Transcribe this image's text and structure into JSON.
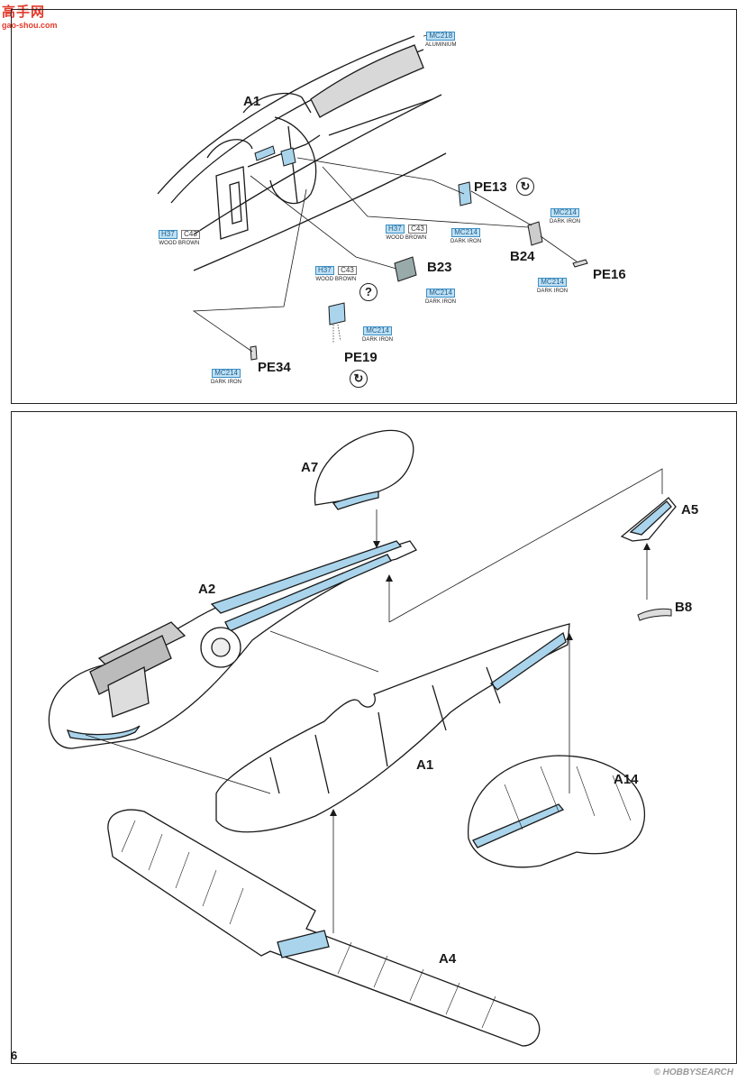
{
  "page": {
    "number": "6"
  },
  "watermarks": {
    "top_logo": "高手网",
    "top_url": "gao-shou.com",
    "bottom": "© HOBBYSEARCH"
  },
  "top_step": {
    "parts": {
      "a1": "A1",
      "pe13": "PE13",
      "b24": "B24",
      "pe16": "PE16",
      "b23": "B23",
      "pe34": "PE34",
      "pe19": "PE19"
    },
    "paints": {
      "mc218": {
        "code": "MC218",
        "name": "ALUMINIUM"
      },
      "mc214_pe13": {
        "code": "MC214",
        "name": "DARK IRON"
      },
      "mc214_b24": {
        "code": "MC214",
        "name": "DARK IRON"
      },
      "mc214_pe16": {
        "code": "MC214",
        "name": "DARK IRON"
      },
      "mc214_b23": {
        "code": "MC214",
        "name": "DARK IRON"
      },
      "mc214_pe19": {
        "code": "MC214",
        "name": "DARK IRON"
      },
      "mc214_pe34": {
        "code": "MC214",
        "name": "DARK IRON"
      },
      "h37_left": {
        "code": "H37",
        "code2": "C43",
        "name": "WOOD BROWN"
      },
      "h37_center": {
        "code": "H37",
        "code2": "C43",
        "name": "WOOD BROWN"
      },
      "h37_pe19": {
        "code": "H37",
        "code2": "C43",
        "name": "WOOD BROWN"
      }
    },
    "icons": {
      "rotate_pe13": "rotate-icon",
      "question_pe19": "question-icon",
      "rotate_pe19": "rotate-icon"
    }
  },
  "bottom_step": {
    "parts": {
      "a7": "A7",
      "a5": "A5",
      "a2": "A2",
      "b8": "B8",
      "a1": "A1",
      "a14": "A14",
      "a4": "A4"
    }
  },
  "colors": {
    "interior_blue": "#a9d4ec",
    "callout_blue": "#3a8fc5",
    "line": "#1a1a1a"
  }
}
